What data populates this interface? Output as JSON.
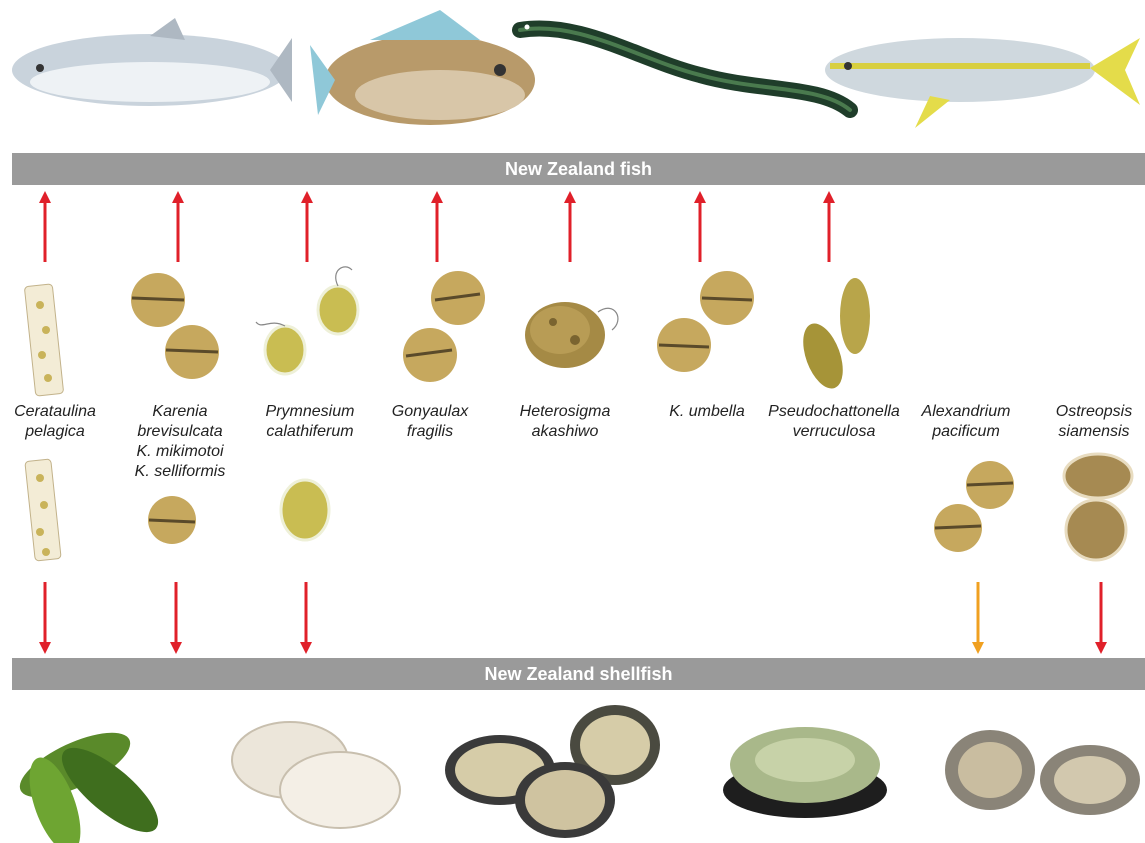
{
  "fish_band": {
    "label": "New Zealand fish"
  },
  "shellfish_band": {
    "label": "New Zealand shellfish"
  },
  "colors": {
    "band": "#9a9a9a",
    "arrow_red": "#e0202a",
    "arrow_orange": "#f0a020"
  },
  "species": [
    {
      "lines": [
        "Cerataulina",
        "pelagica"
      ],
      "affects_fish": true,
      "affects_shellfish": true
    },
    {
      "lines": [
        "Karenia",
        "brevisulcata",
        "K. mikimotoi",
        "K. selliformis"
      ],
      "affects_fish": true,
      "affects_shellfish": true
    },
    {
      "lines": [
        "Prymnesium",
        "calathiferum"
      ],
      "affects_fish": true,
      "affects_shellfish": true
    },
    {
      "lines": [
        "Gonyaulax",
        "fragilis"
      ],
      "affects_fish": true,
      "affects_shellfish": false
    },
    {
      "lines": [
        "Heterosigma",
        "akashiwo"
      ],
      "affects_fish": true,
      "affects_shellfish": false
    },
    {
      "lines": [
        "K. umbella"
      ],
      "affects_fish": true,
      "affects_shellfish": false
    },
    {
      "lines": [
        "Pseudochattonella",
        "verruculosa"
      ],
      "affects_fish": true,
      "affects_shellfish": false
    },
    {
      "lines": [
        "Alexandrium",
        "pacificum"
      ],
      "affects_fish": false,
      "affects_shellfish": true
    },
    {
      "lines": [
        "Ostreopsis",
        "siamensis"
      ],
      "affects_fish": false,
      "affects_shellfish": true
    }
  ],
  "fish_icons": [
    "salmon-icon",
    "snapper-icon",
    "eel-icon",
    "kingfish-icon"
  ],
  "shellfish_icons": [
    "green-lipped-mussel-icon",
    "clam-icon",
    "pacific-oyster-icon",
    "paua-icon",
    "flat-oyster-icon"
  ]
}
